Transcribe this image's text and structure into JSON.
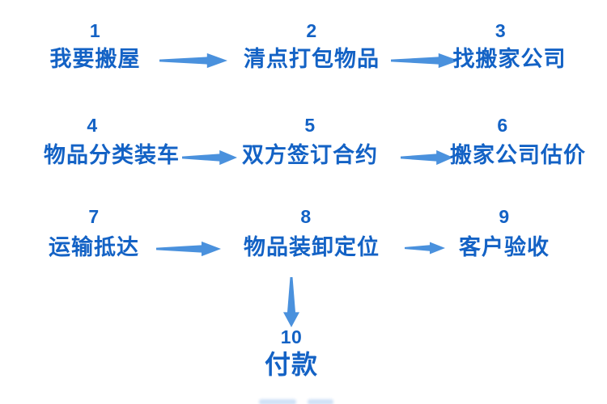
{
  "colors": {
    "text": "#1362c5",
    "arrow": "#4a91dd",
    "background": "#ffffff"
  },
  "steps": [
    {
      "number": "1",
      "label": "我要搬屋"
    },
    {
      "number": "2",
      "label": "清点打包物品"
    },
    {
      "number": "3",
      "label": "找搬家公司"
    },
    {
      "number": "4",
      "label": "物品分类装车"
    },
    {
      "number": "5",
      "label": "双方签订合约"
    },
    {
      "number": "6",
      "label": "搬家公司估价"
    },
    {
      "number": "7",
      "label": "运输抵达"
    },
    {
      "number": "8",
      "label": "物品装卸定位"
    },
    {
      "number": "9",
      "label": "客户验收"
    },
    {
      "number": "10",
      "label": "付款"
    }
  ],
  "flow": {
    "connections": [
      "1→2",
      "2→3",
      "4→5",
      "5→6",
      "7→8",
      "8→9",
      "8→10"
    ]
  }
}
